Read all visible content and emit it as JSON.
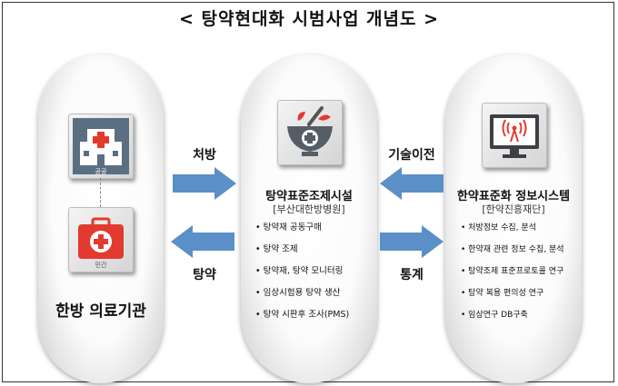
{
  "title": "< 탕약현대화 시범사업 개념도 >",
  "left": {
    "tile_top_label": "공공",
    "tile_bottom_label": "민간",
    "name": "한방 의료기관"
  },
  "center": {
    "name": "탕약표준조제시설",
    "subtitle": "[부산대한방병원]",
    "items": [
      "탕약재 공동구매",
      "탕약 조제",
      "탕약재, 탕약 모니터링",
      "임상시험용 탕약 생산",
      "탕약 시판후 조사(PMS)"
    ]
  },
  "right": {
    "name": "한약표준화 정보시스템",
    "subtitle": "[한약진흥재단]",
    "items": [
      "처방정보 수집, 분석",
      "한약재 관련 정보 수집, 분석",
      "탕약조제 표준프로토콜 연구",
      "탕약 복용 편의성 연구",
      "임상연구 DB구축"
    ]
  },
  "arrows": {
    "prescription": "처방",
    "decoction": "탕약",
    "tech_transfer": "기술이전",
    "statistics": "통계"
  },
  "colors": {
    "arrow": "#5b8fc7",
    "tile_hospital": "#5a6f82",
    "tile_kit": "#e23a2e"
  }
}
